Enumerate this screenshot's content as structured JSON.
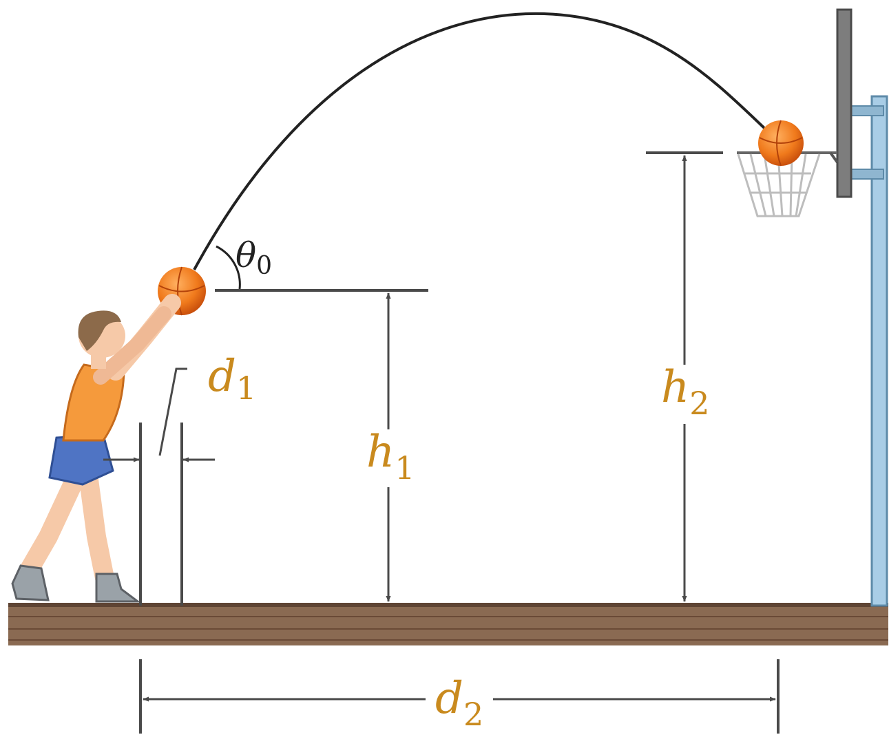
{
  "labels": {
    "theta0": {
      "symbol": "θ",
      "sub": "0"
    },
    "d1": {
      "symbol": "d",
      "sub": "1"
    },
    "d2": {
      "symbol": "d",
      "sub": "2"
    },
    "h1": {
      "symbol": "h",
      "sub": "1"
    },
    "h2": {
      "symbol": "h",
      "sub": "2"
    }
  },
  "colors": {
    "label": "#c98a1e",
    "floor": "#8a6a52",
    "floor_line": "#6a4a36",
    "ball": "#f07a1c",
    "ball_dark": "#c44a0a",
    "pole": "#a9cde6",
    "backboard": "#7d7d7d",
    "dimension_line": "#4a4a4a",
    "shirt": "#f59a3c",
    "shorts": "#4f74c4",
    "skin": "#f6c9a8",
    "hair": "#8c6a4a",
    "shoe": "#9aa2a8"
  },
  "icons": [
    "basketball-player",
    "basketball",
    "basketball-hoop"
  ]
}
